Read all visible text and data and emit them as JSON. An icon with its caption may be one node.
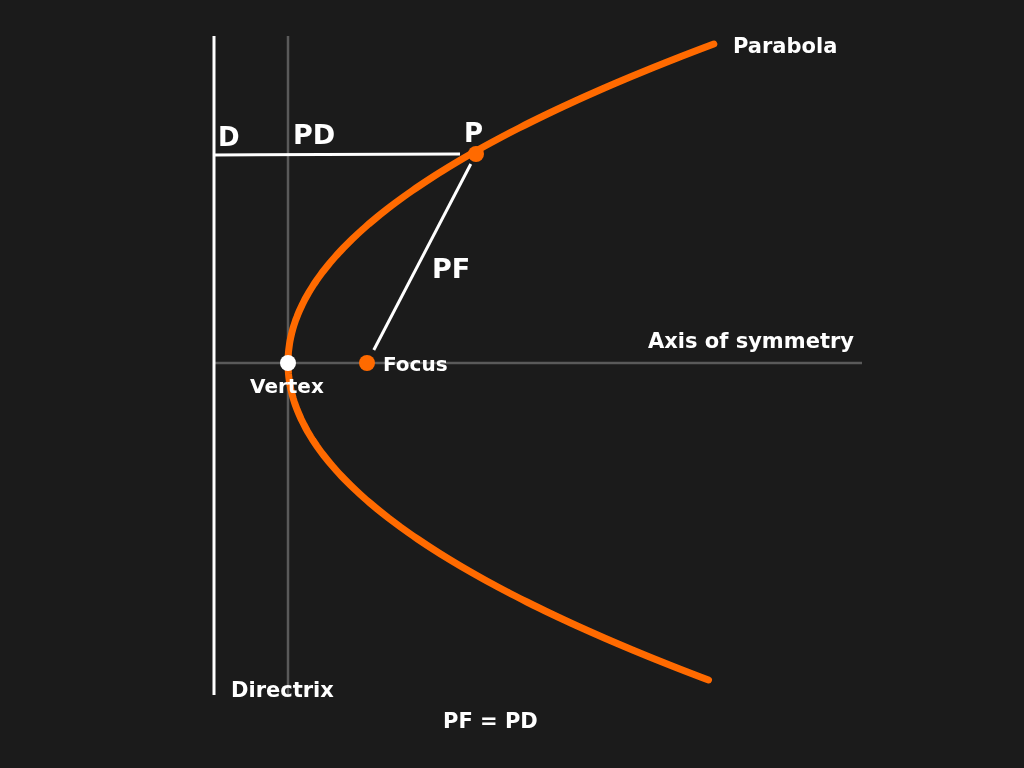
{
  "diagram": {
    "nodes": [
      {
        "text": [
          "D"
        ]
      },
      {
        "text": [
          "P"
        ]
      },
      {
        "text": [
          "Vertex"
        ]
      },
      {
        "text": [
          "Focus"
        ]
      }
    ],
    "edges": [
      {
        "from": 0,
        "to": 1,
        "arrow": "none",
        "label": "PD"
      },
      {
        "from": 1,
        "to": 3,
        "arrow": "none",
        "label": "PF"
      }
    ],
    "labels": [
      "Parabola",
      "Axis of symmetry",
      "Directrix",
      "PF = PD"
    ]
  }
}
